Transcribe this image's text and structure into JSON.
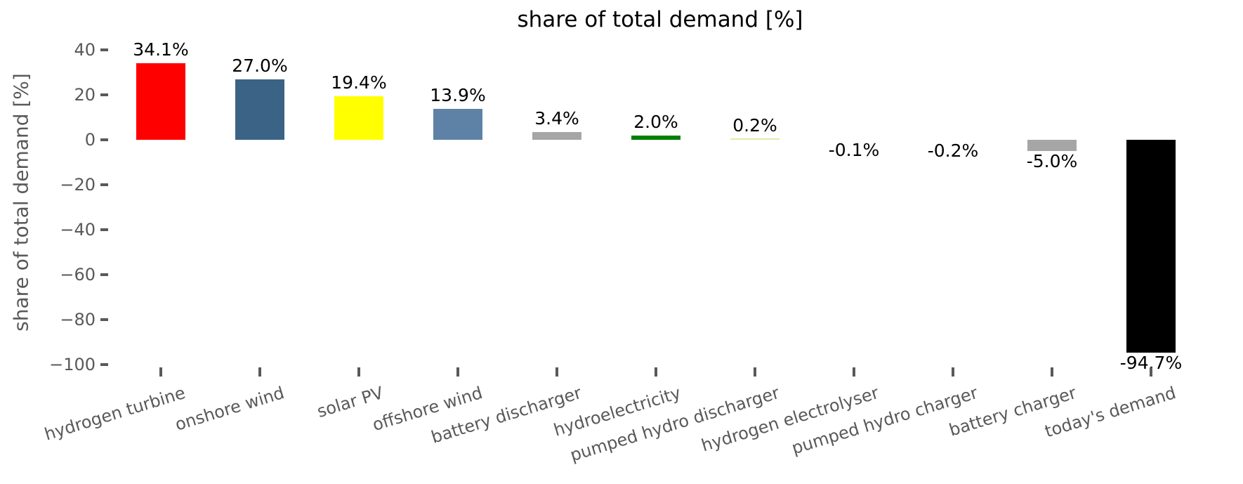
{
  "chart_data": {
    "type": "bar",
    "title": "share of total demand [%]",
    "ylabel": "share of total demand [%]",
    "xlabel": "",
    "ylim": [
      -100,
      40
    ],
    "grid": false,
    "legend": false,
    "axis_text_color": "#595959",
    "title_color": "#000000",
    "value_label_color": "#000000",
    "yticks": [
      {
        "value": 40,
        "label": "40"
      },
      {
        "value": 20,
        "label": "20"
      },
      {
        "value": 0,
        "label": "0"
      },
      {
        "value": -20,
        "label": "−20"
      },
      {
        "value": -40,
        "label": "−40"
      },
      {
        "value": -60,
        "label": "−60"
      },
      {
        "value": -80,
        "label": "−80"
      },
      {
        "value": -100,
        "label": "−100"
      }
    ],
    "categories": [
      "hydrogen turbine",
      "onshore wind",
      "solar PV",
      "offshore wind",
      "battery discharger",
      "hydroelectricity",
      "pumped hydro discharger",
      "hydrogen electrolyser",
      "pumped hydro charger",
      "battery charger",
      "today's demand"
    ],
    "bars": [
      {
        "category": "hydrogen turbine",
        "value": 34.1,
        "label": "34.1%",
        "color": "#ff0000"
      },
      {
        "category": "onshore wind",
        "value": 27.0,
        "label": "27.0%",
        "color": "#3a6386"
      },
      {
        "category": "solar PV",
        "value": 19.4,
        "label": "19.4%",
        "color": "#ffff00"
      },
      {
        "category": "offshore wind",
        "value": 13.9,
        "label": "13.9%",
        "color": "#5e82a6"
      },
      {
        "category": "battery discharger",
        "value": 3.4,
        "label": "3.4%",
        "color": "#a6a6a6"
      },
      {
        "category": "hydroelectricity",
        "value": 2.0,
        "label": "2.0%",
        "color": "#008000"
      },
      {
        "category": "pumped hydro discharger",
        "value": 0.2,
        "label": "0.2%",
        "color": "#dcecaa"
      },
      {
        "category": "hydrogen electrolyser",
        "value": -0.1,
        "label": "-0.1%",
        "color": null
      },
      {
        "category": "pumped hydro charger",
        "value": -0.2,
        "label": "-0.2%",
        "color": null
      },
      {
        "category": "battery charger",
        "value": -5.0,
        "label": "-5.0%",
        "color": "#a6a6a6"
      },
      {
        "category": "today's demand",
        "value": -94.7,
        "label": "-94.7%",
        "color": "#000000"
      }
    ]
  }
}
